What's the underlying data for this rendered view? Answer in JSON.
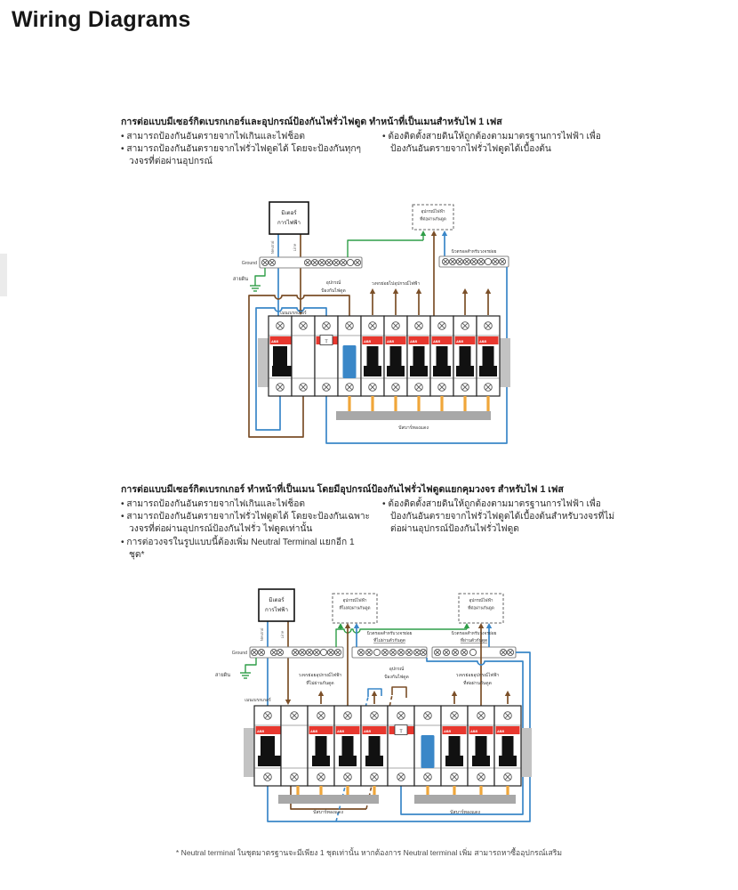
{
  "page": {
    "title": "Wiring Diagrams"
  },
  "section1": {
    "heading": "การต่อแบบมีเซอร์กิตเบรกเกอร์และอุปกรณ์ป้องกันไฟรั่วไฟดูด ทำหน้าที่เป็นเมนสำหรับไฟ 1 เฟส",
    "left_bullets": [
      "สามารถป้องกันอันตรายจากไฟเกินและไฟช็อต",
      "สามารถป้องกันอันตรายจากไฟรั่วไฟดูดได้ โดยจะป้องกันทุกๆ วงจรที่ต่อผ่านอุปกรณ์"
    ],
    "right_bullets": [
      "ต้องติดตั้งสายดินให้ถูกต้องตามมาตรฐานการไฟฟ้า เพื่อป้องกันอันตรายจากไฟรั่วไฟดูดได้เบื้องต้น"
    ]
  },
  "section2": {
    "heading": "การต่อแบบมีเซอร์กิตเบรกเกอร์ ทำหน้าที่เป็นเมน โดยมีอุปกรณ์ป้องกันไฟรั่วไฟดูดแยกคุมวงจร สำหรับไฟ 1 เฟส",
    "left_bullets": [
      "สามารถป้องกันอันตรายจากไฟเกินและไฟช็อต",
      "สามารถป้องกันอันตรายจากไฟรั่วไฟดูดได้ โดยจะป้องกันเฉพาะวงจรที่ต่อผ่านอุปกรณ์ป้องกันไฟรั่ว ไฟดูดเท่านั้น",
      "การต่อวงจรในรูปแบบนี้ต้องเพิ่ม Neutral Terminal แยกอีก 1 ชุด*"
    ],
    "right_bullets": [
      "ต้องติดตั้งสายดินให้ถูกต้องตามมาตรฐานการไฟฟ้า เพื่อป้องกันอันตรายจากไฟรั่วไฟดูดได้เบื้องต้นสำหรับวงจรที่ไม่ต่อผ่านอุปกรณ์ป้องกันไฟรั่วไฟดูด"
    ]
  },
  "footnote": "* Neutral terminal ในชุดมาตรฐานจะมีเพียง 1 ชุดเท่านั้น หากต้องการ Neutral terminal เพิ่ม สามารถหาซื้ออุปกรณ์เสริม",
  "colors": {
    "blue": "#3a87c8",
    "brown": "#7b4f28",
    "green": "#2f9e48",
    "orange": "#f0a63a",
    "red": "#e8372e",
    "busbar_gray": "#a8a8a8",
    "tab_gray": "#c3c3c3"
  },
  "diagram1": {
    "meter": [
      "มิเตอร์",
      "การไฟฟ้า"
    ],
    "neutral_label": "Neutral",
    "line_label": "Line",
    "ground_label": "Ground",
    "earth_label": "สายดิน",
    "main_breaker_label": "เมนเบรกเกอร์",
    "rcd_label": [
      "อุปกรณ์",
      "ป้องกันไฟดูด"
    ],
    "branch_label": "วงจรย่อยไปอุปกรณ์ไฟฟ้า",
    "neutral_bar_label": "นิวตรอลสำหรับวงจรย่อย",
    "busbar_label": "บัสบาร์ทองแดง",
    "appliance_box": [
      "อุปกรณ์ไฟฟ้า",
      "ที่ต่อผ่านกันดูด"
    ],
    "brand": "ABB",
    "test_button": "T",
    "modules": [
      "main-l",
      "main-r",
      "rcd-t",
      "rcd-b",
      "single",
      "single",
      "single",
      "single",
      "single",
      "single"
    ]
  },
  "diagram2": {
    "meter": [
      "มิเตอร์",
      "การไฟฟ้า"
    ],
    "neutral_label": "Neutral",
    "line_label": "Line",
    "ground_label": "Ground",
    "earth_label": "สายดิน",
    "main_breaker_label": "เมนเบรกเกอร์",
    "rcd_label": [
      "อุปกรณ์",
      "ป้องกันไฟดูด"
    ],
    "branch_left_label": [
      "วงจรย่อยอุปกรณ์ไฟฟ้า",
      "ที่ไม่ผ่านกันดูด"
    ],
    "branch_right_label": [
      "วงจรย่อยอุปกรณ์ไฟฟ้า",
      "ที่ต่อผ่านกันดูด"
    ],
    "neutral_bar_left_label": [
      "นิวตรอลสำหรับวงจรย่อย",
      "ที่ไม่ผ่านตัวกันดูด"
    ],
    "neutral_bar_right_label": [
      "นิวตรอลสำหรับวงจรย่อย",
      "ที่ผ่านตัวกันดูด"
    ],
    "busbar_label": "บัสบาร์ทองแดง",
    "appliance_box_left": [
      "อุปกรณ์ไฟฟ้า",
      "ที่ไม่ต่อผ่านกันดูด"
    ],
    "appliance_box_right": [
      "อุปกรณ์ไฟฟ้า",
      "ที่ต่อผ่านกันดูด"
    ],
    "brand": "ABB",
    "test_button": "T",
    "modules": [
      "main-l",
      "main-r",
      "single",
      "single",
      "single",
      "rcd-t",
      "rcd-b",
      "single",
      "single",
      "single"
    ]
  }
}
